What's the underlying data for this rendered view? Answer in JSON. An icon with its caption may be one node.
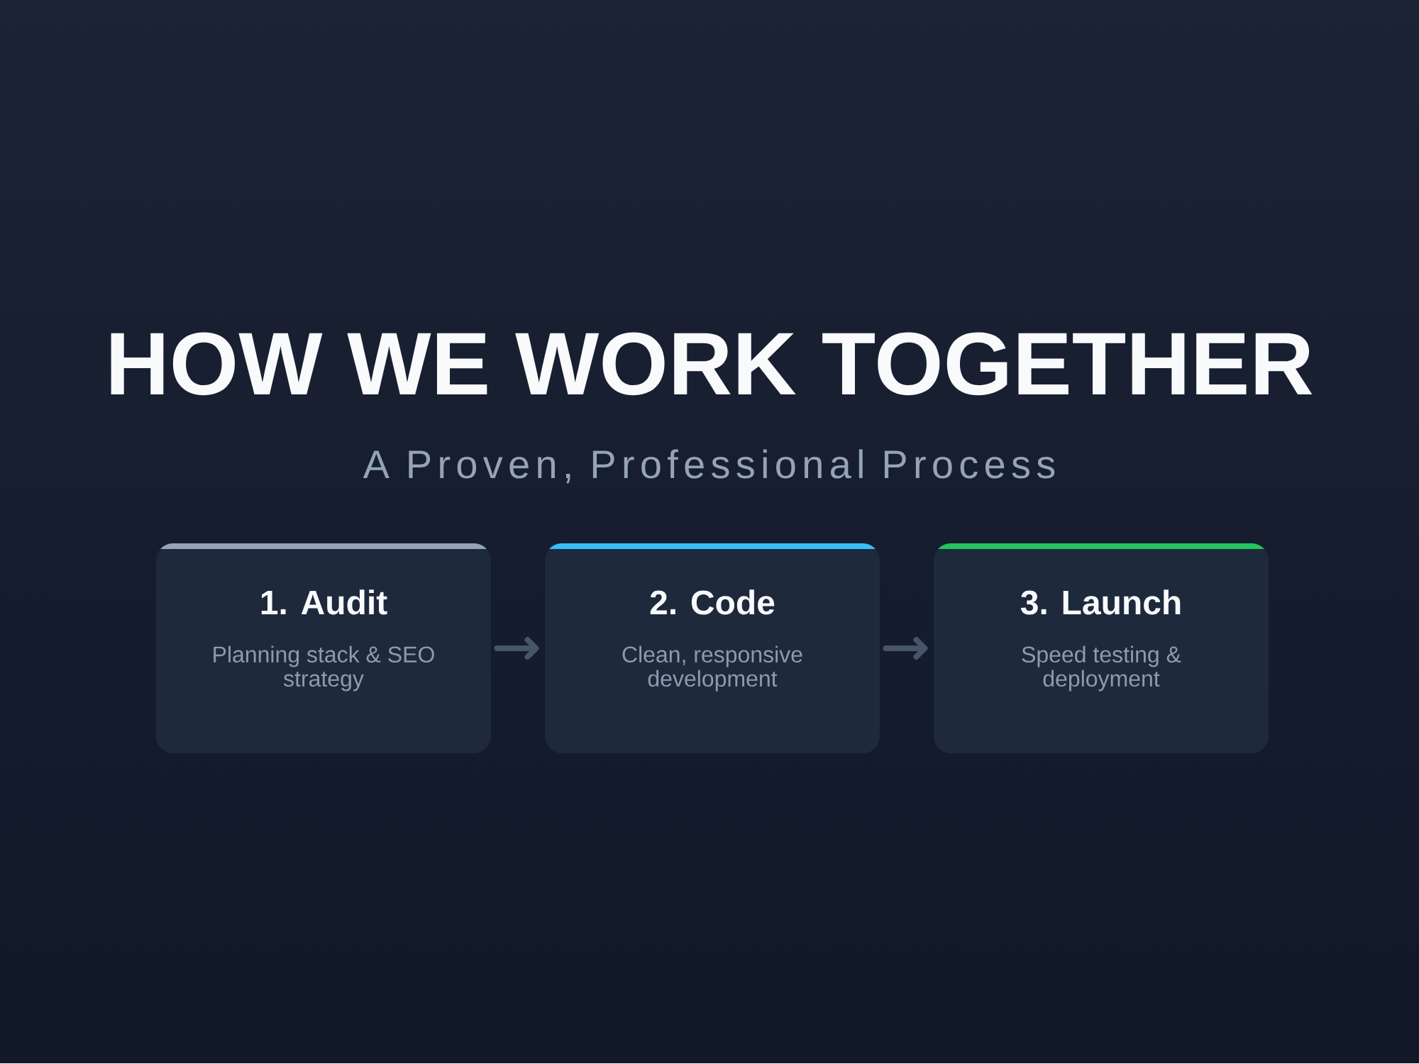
{
  "diagram": {
    "title": "HOW WE WORK TOGETHER",
    "nodes": [
      {
        "text": [
          "1. Audit",
          "Planning stack & SEO strategy"
        ]
      },
      {
        "text": [
          "2. Code",
          "Clean, responsive development"
        ]
      },
      {
        "text": [
          "3. Launch",
          "Speed testing & deployment"
        ]
      }
    ],
    "edges": [
      {
        "from": 0,
        "to": 1,
        "arrow": "to"
      },
      {
        "from": 1,
        "to": 2,
        "arrow": "to"
      }
    ],
    "labels": [
      "A Proven, Professional Process"
    ]
  }
}
